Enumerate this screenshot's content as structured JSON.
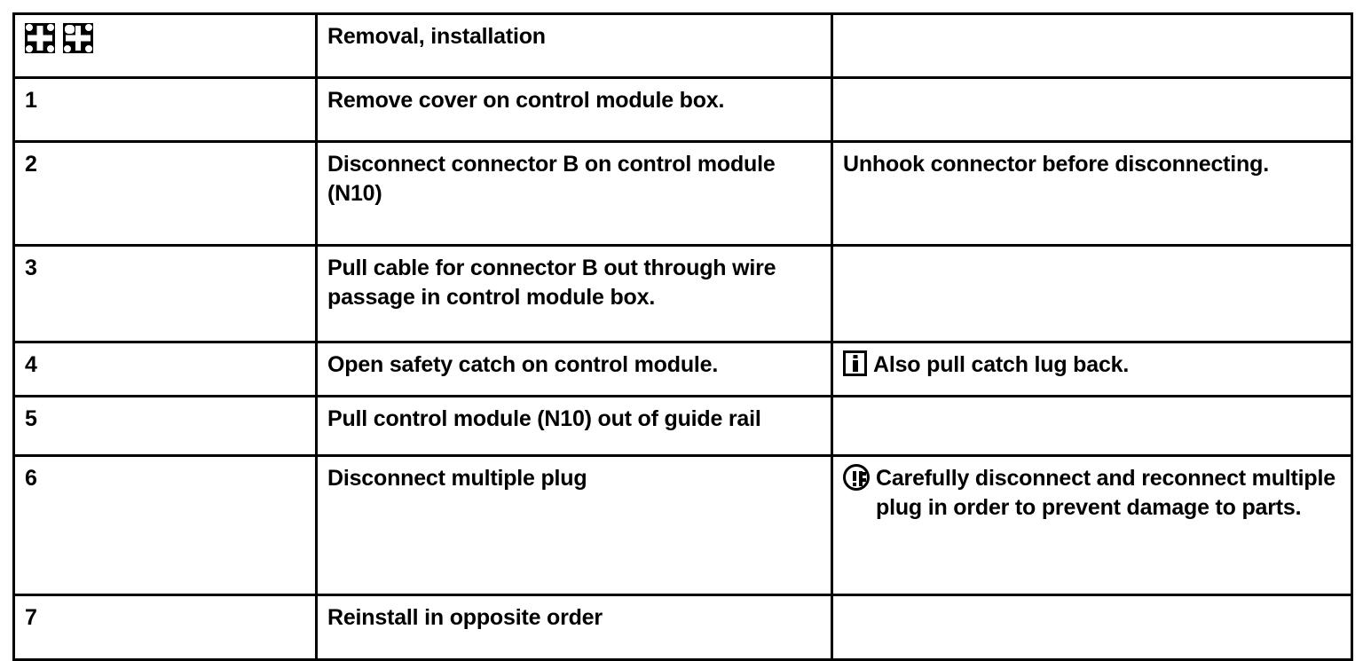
{
  "table": {
    "columns": [
      "step",
      "work_instruction",
      "note"
    ],
    "header": {
      "step_icons": [
        "removal-installation-symbol",
        "removal-installation-symbol-variant"
      ],
      "work_instruction": "Removal, installation",
      "note": ""
    },
    "rows": [
      {
        "step": "1",
        "work_instruction": "Remove cover on control module box.",
        "note": "",
        "note_icon": ""
      },
      {
        "step": "2",
        "work_instruction": "Disconnect connector B on control module (N10)",
        "note": "Unhook connector before disconnecting.",
        "note_icon": ""
      },
      {
        "step": "3",
        "work_instruction": "Pull cable for connector B out through wire passage in control module box.",
        "note": "",
        "note_icon": ""
      },
      {
        "step": "4",
        "work_instruction": "Open safety catch on control module.",
        "note": "Also pull catch lug back.",
        "note_icon": "info-icon"
      },
      {
        "step": "5",
        "work_instruction": "Pull control module (N10) out of guide rail",
        "note": "",
        "note_icon": ""
      },
      {
        "step": "6",
        "work_instruction": "Disconnect multiple plug",
        "note": "Carefully disconnect and reconnect multiple plug in order to prevent damage to parts.",
        "note_icon": "caution-icon"
      },
      {
        "step": "7",
        "work_instruction": "Reinstall in opposite order",
        "note": "",
        "note_icon": ""
      }
    ]
  },
  "colors": {
    "text": "#000000",
    "background": "#ffffff",
    "border": "#000000"
  }
}
